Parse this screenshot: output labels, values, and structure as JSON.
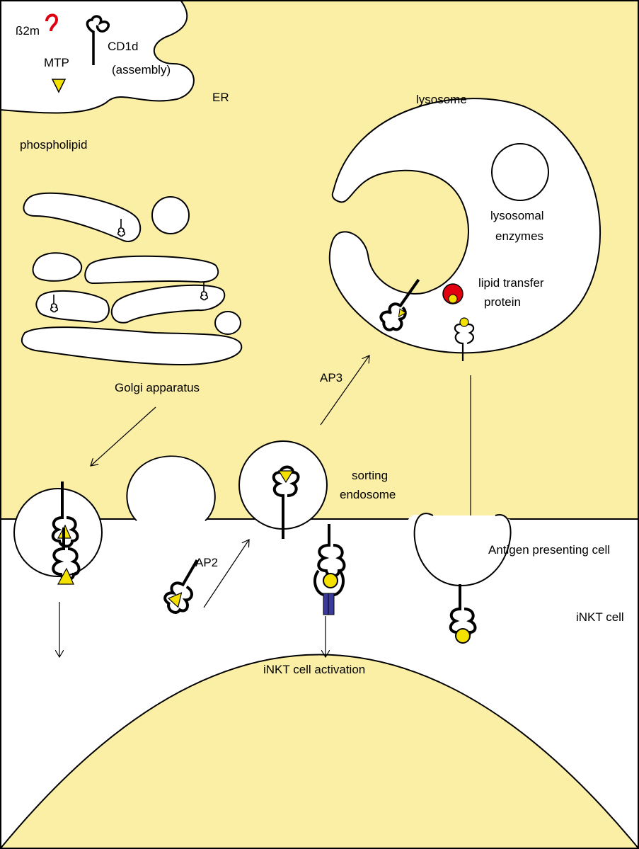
{
  "labels": {
    "b2m": "ß2m",
    "mtp": "MTP",
    "cd1d": "CD1d",
    "assembly": "(assembly)",
    "er": "ER",
    "phospholipid": "phospholipid",
    "golgi": "Golgi apparatus",
    "lysosome": "lysosome",
    "lysosomal_enzymes_1": "lysosomal",
    "lysosomal_enzymes_2": "enzymes",
    "lipid_transfer_1": "lipid transfer",
    "lipid_transfer_2": "protein",
    "ap3": "AP3",
    "ap2": "AP2",
    "sorting_1": "sorting",
    "sorting_2": "endosome",
    "apc": "Antigen presenting cell",
    "inkt_cell": "iNKT cell",
    "inkt_activation": "iNKT cell activation"
  },
  "colors": {
    "cytoplasm": "#fbefa6",
    "lipid_yellow": "#f5e100",
    "b2m_red": "#e00010",
    "tcr_blue": "#3a3a9a"
  }
}
